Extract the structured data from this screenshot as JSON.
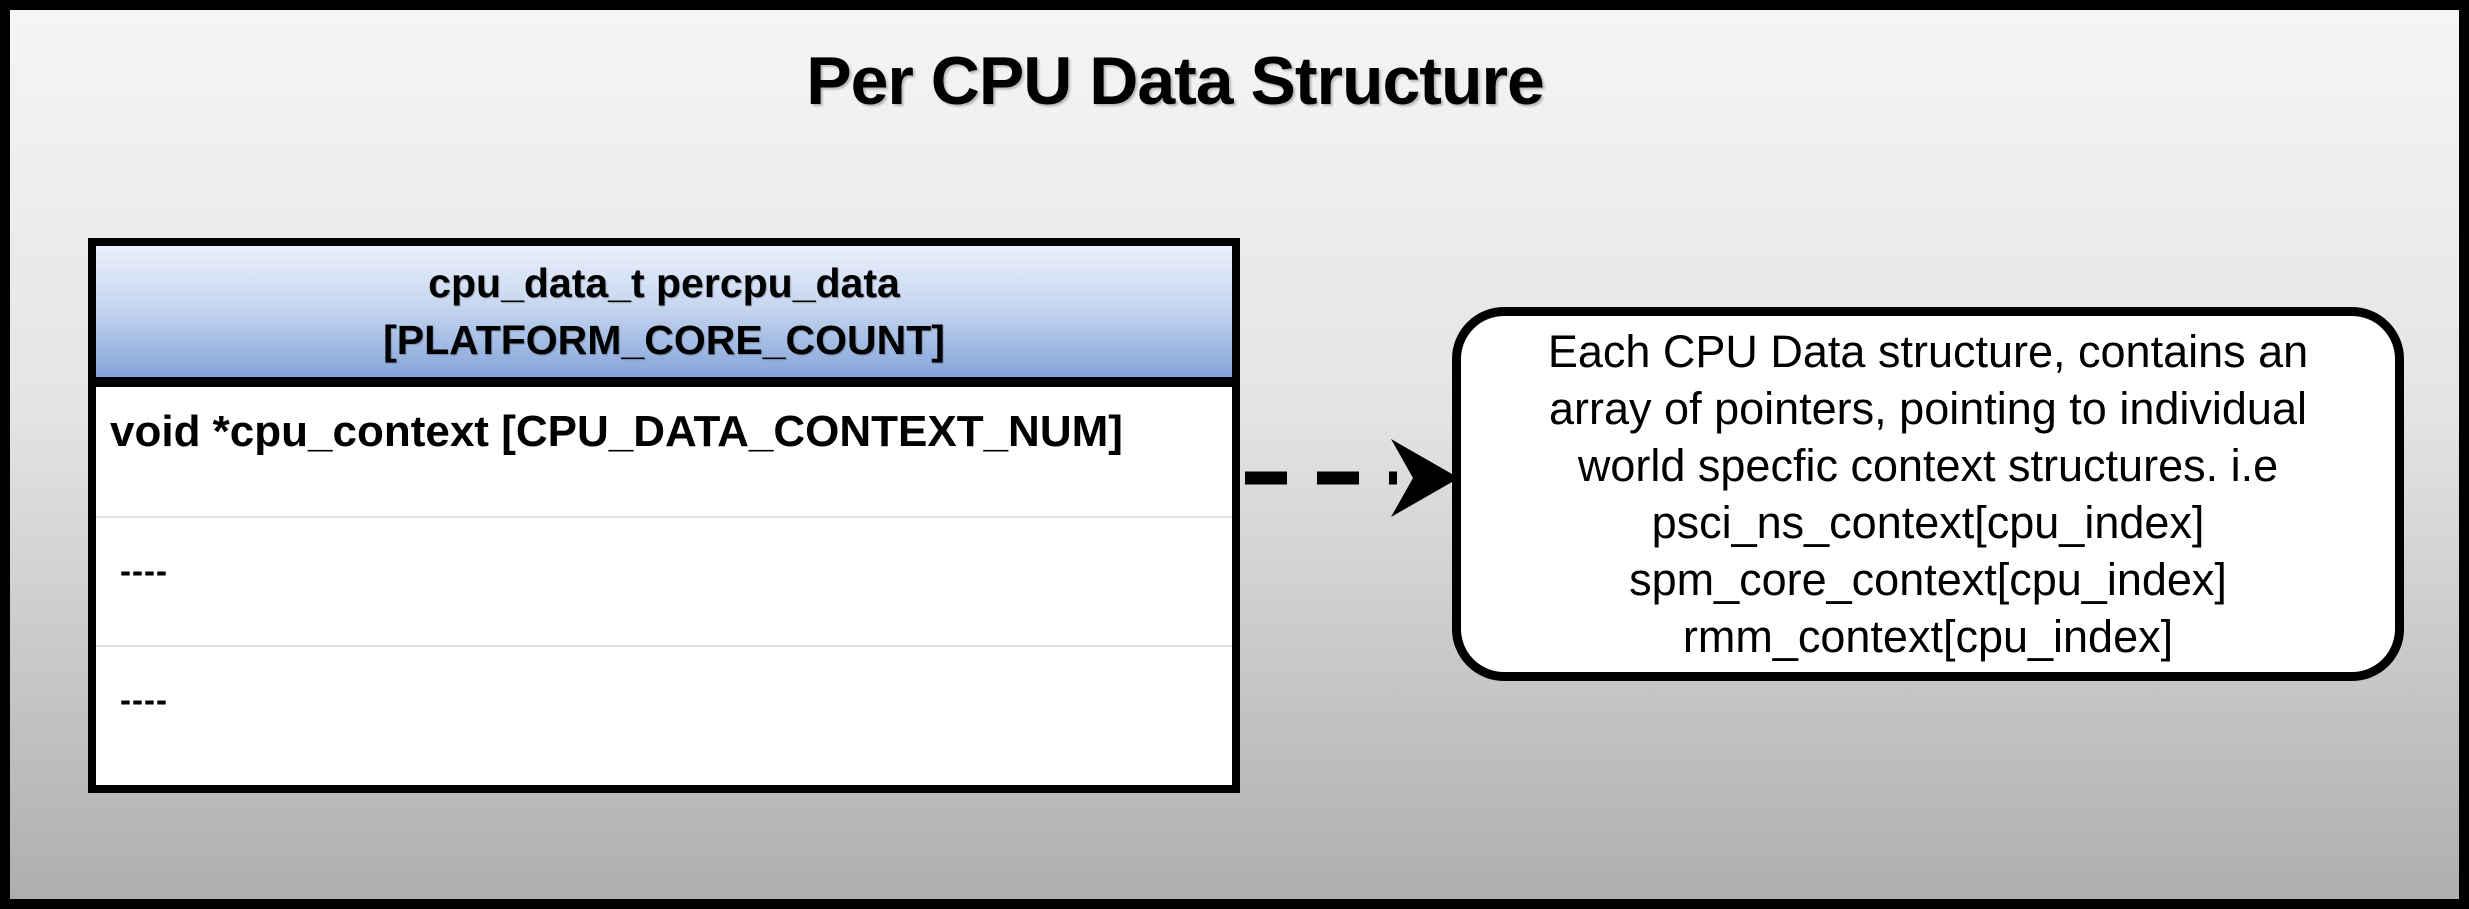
{
  "title": "Per CPU Data Structure",
  "colors": {
    "background_top": "#f5f5f5",
    "background_bottom": "#aeaeae",
    "frame_border": "#000000",
    "header_gradient_top": "#eaf0fb",
    "header_gradient_bottom": "#84a4da",
    "row_divider": "#e2e2e2",
    "text": "#000000"
  },
  "table": {
    "header": {
      "line1": "cpu_data_t percpu_data",
      "line2": "[PLATFORM_CORE_COUNT]"
    },
    "rows": [
      {
        "text": "void *cpu_context [CPU_DATA_CONTEXT_NUM]"
      },
      {
        "text": "----"
      },
      {
        "text": "----"
      }
    ]
  },
  "arrow": {
    "type": "dashed-right-arrow"
  },
  "annotation": {
    "lines": [
      "Each CPU Data structure, contains an",
      "array of pointers, pointing to individual",
      "world specfic context structures. i.e",
      "psci_ns_context[cpu_index]",
      "spm_core_context[cpu_index]",
      "rmm_context[cpu_index]"
    ]
  }
}
